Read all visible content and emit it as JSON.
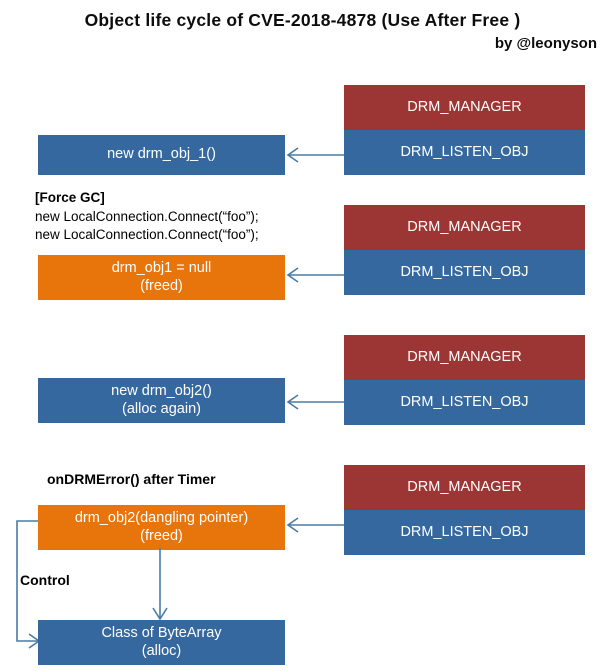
{
  "title": {
    "main": "Object life cycle of CVE-2018-4878 (Use After Free )",
    "byline": "by @leonyson"
  },
  "colors": {
    "blue": "#35689e",
    "red": "#9c3634",
    "orange": "#e8740c",
    "arrow": "#4a7ba6",
    "background": "#ffffff"
  },
  "object_column": {
    "manager_label": "DRM_MANAGER",
    "listen_label": "DRM_LISTEN_OBJ"
  },
  "stages": [
    {
      "id": "stage-1",
      "left_box": {
        "line1": "new drm_obj_1()",
        "line2": "",
        "color": "blue"
      },
      "notes": []
    },
    {
      "id": "stage-2",
      "left_box": {
        "line1": "drm_obj1 = null",
        "line2": "(freed)",
        "color": "orange"
      },
      "notes": [
        {
          "text": "[Force GC]",
          "bold": true
        },
        {
          "text": "new LocalConnection.Connect(“foo”);",
          "bold": false
        },
        {
          "text": "new LocalConnection.Connect(“foo”);",
          "bold": false
        }
      ]
    },
    {
      "id": "stage-3",
      "left_box": {
        "line1": "new drm_obj2()",
        "line2": "(alloc again)",
        "color": "blue"
      },
      "notes": []
    },
    {
      "id": "stage-4",
      "left_box": {
        "line1": "drm_obj2(dangling pointer)",
        "line2": "(freed)",
        "color": "orange"
      },
      "notes": [
        {
          "text": "onDRMError() after Timer",
          "bold": true
        }
      ]
    }
  ],
  "bottom": {
    "control_label": "Control",
    "bytearray_box": {
      "line1": "Class of ByteArray",
      "line2": "(alloc)",
      "color": "blue"
    }
  }
}
